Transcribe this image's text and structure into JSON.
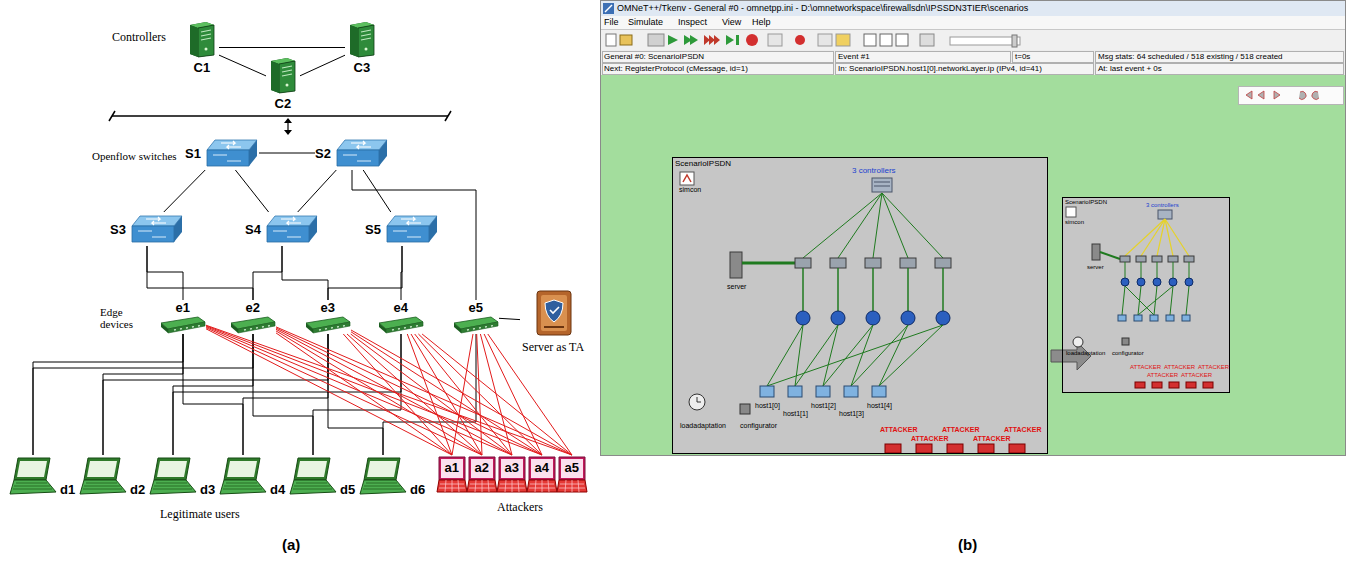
{
  "diagram": {
    "nodes": [
      {
        "text": [
          "C1"
        ]
      },
      {
        "text": [
          "C2"
        ]
      },
      {
        "text": [
          "C3"
        ]
      },
      {
        "text": [
          "S1"
        ]
      },
      {
        "text": [
          "S2"
        ]
      },
      {
        "text": [
          "S3"
        ]
      },
      {
        "text": [
          "S4"
        ]
      },
      {
        "text": [
          "S5"
        ]
      },
      {
        "text": [
          "e1"
        ]
      },
      {
        "text": [
          "e2"
        ]
      },
      {
        "text": [
          "e3"
        ]
      },
      {
        "text": [
          "e4"
        ]
      },
      {
        "text": [
          "e5"
        ]
      },
      {
        "text": [
          "Server as TA"
        ]
      },
      {
        "text": [
          "d1"
        ]
      },
      {
        "text": [
          "d2"
        ]
      },
      {
        "text": [
          "d3"
        ]
      },
      {
        "text": [
          "d4"
        ]
      },
      {
        "text": [
          "d5"
        ]
      },
      {
        "text": [
          "d6"
        ]
      },
      {
        "text": [
          "a1"
        ]
      },
      {
        "text": [
          "a2"
        ]
      },
      {
        "text": [
          "a3"
        ]
      },
      {
        "text": [
          "a4"
        ]
      },
      {
        "text": [
          "a5"
        ]
      },
      {
        "text": [
          "ScenarioIPSDN"
        ]
      },
      {
        "text": [
          "ScenarioIPSDN"
        ]
      }
    ],
    "edges": [
      {
        "from": 0,
        "to": 1,
        "arrow": "none"
      },
      {
        "from": 1,
        "to": 2,
        "arrow": "none"
      },
      {
        "from": 0,
        "to": 2,
        "arrow": "none"
      },
      {
        "from": 3,
        "to": 4,
        "arrow": "none"
      },
      {
        "from": 3,
        "to": 6,
        "arrow": "none"
      },
      {
        "from": 4,
        "to": 6,
        "arrow": "none"
      },
      {
        "from": 3,
        "to": 5,
        "arrow": "none"
      },
      {
        "from": 4,
        "to": 7,
        "arrow": "none"
      },
      {
        "from": 5,
        "to": 8,
        "arrow": "none"
      },
      {
        "from": 6,
        "to": 9,
        "arrow": "none"
      },
      {
        "from": 6,
        "to": 10,
        "arrow": "none"
      },
      {
        "from": 7,
        "to": 11,
        "arrow": "none"
      },
      {
        "from": 4,
        "to": 12,
        "arrow": "none"
      },
      {
        "from": 5,
        "to": 9,
        "arrow": "none"
      },
      {
        "from": 7,
        "to": 10,
        "arrow": "none"
      },
      {
        "from": 12,
        "to": 13,
        "arrow": "none"
      },
      {
        "from": 8,
        "to": 14,
        "arrow": "none"
      },
      {
        "from": 9,
        "to": 14,
        "arrow": "none"
      },
      {
        "from": 8,
        "to": 15,
        "arrow": "none"
      },
      {
        "from": 10,
        "to": 15,
        "arrow": "none"
      },
      {
        "from": 9,
        "to": 16,
        "arrow": "none"
      },
      {
        "from": 11,
        "to": 16,
        "arrow": "none"
      },
      {
        "from": 10,
        "to": 17,
        "arrow": "none"
      },
      {
        "from": 8,
        "to": 17,
        "arrow": "none"
      },
      {
        "from": 11,
        "to": 18,
        "arrow": "none"
      },
      {
        "from": 9,
        "to": 18,
        "arrow": "none"
      },
      {
        "from": 12,
        "to": 19,
        "arrow": "none"
      },
      {
        "from": 10,
        "to": 19,
        "arrow": "none"
      },
      {
        "from": 8,
        "to": 20,
        "arrow": "none"
      },
      {
        "from": 8,
        "to": 21,
        "arrow": "none"
      },
      {
        "from": 8,
        "to": 22,
        "arrow": "none"
      },
      {
        "from": 8,
        "to": 23,
        "arrow": "none"
      },
      {
        "from": 8,
        "to": 24,
        "arrow": "none"
      },
      {
        "from": 9,
        "to": 20,
        "arrow": "none"
      },
      {
        "from": 9,
        "to": 21,
        "arrow": "none"
      },
      {
        "from": 9,
        "to": 22,
        "arrow": "none"
      },
      {
        "from": 9,
        "to": 23,
        "arrow": "none"
      },
      {
        "from": 9,
        "to": 24,
        "arrow": "none"
      },
      {
        "from": 10,
        "to": 20,
        "arrow": "none"
      },
      {
        "from": 10,
        "to": 21,
        "arrow": "none"
      },
      {
        "from": 10,
        "to": 22,
        "arrow": "none"
      },
      {
        "from": 10,
        "to": 23,
        "arrow": "none"
      },
      {
        "from": 10,
        "to": 24,
        "arrow": "none"
      },
      {
        "from": 11,
        "to": 20,
        "arrow": "none"
      },
      {
        "from": 11,
        "to": 21,
        "arrow": "none"
      },
      {
        "from": 11,
        "to": 22,
        "arrow": "none"
      },
      {
        "from": 11,
        "to": 23,
        "arrow": "none"
      },
      {
        "from": 11,
        "to": 24,
        "arrow": "none"
      },
      {
        "from": 12,
        "to": 20,
        "arrow": "none"
      },
      {
        "from": 12,
        "to": 21,
        "arrow": "none"
      },
      {
        "from": 12,
        "to": 22,
        "arrow": "none"
      },
      {
        "from": 12,
        "to": 23,
        "arrow": "none"
      },
      {
        "from": 12,
        "to": 24,
        "arrow": "none"
      }
    ],
    "labels": [
      "Controllers",
      "Openflow switches",
      "Edge devices",
      "Legitimate users",
      "Attackers",
      "(a)",
      "(b)",
      "OMNeT++/Tkenv - General #0 - omnetpp.ini - D:\\omnetworkspace\\firewallsdn\\IPSSDN3TIER\\scenarios",
      "File",
      "Simulate",
      "Inspect",
      "View",
      "Help",
      "General #0: ScenarioIPSDN",
      "Event #1",
      "t=0s",
      "Msg stats: 64 scheduled / 518 existing / 518 created",
      "Next: RegisterProtocol (cMessage, id=1)",
      "In: ScenarioIPSDN.host1[0].networkLayer.ip (IPv4, id=41)",
      "At: last event + 0s",
      "simcon",
      "3 controllers",
      "server",
      "loadadaptation",
      "configurator",
      "ATTACKER",
      "ATTACKER",
      "ATTACKER",
      "ATTACKER",
      "ATTACKER",
      "host1[0]",
      "host1[1]",
      "host1[2]",
      "host1[3]",
      "host1[4]",
      "simcon",
      "3 controllers",
      "server",
      "loadadaptation",
      "configurator",
      "ATTACKER",
      "ATTACKER",
      "ATTACKER",
      "ATTACKER",
      "ATTACKER"
    ]
  }
}
